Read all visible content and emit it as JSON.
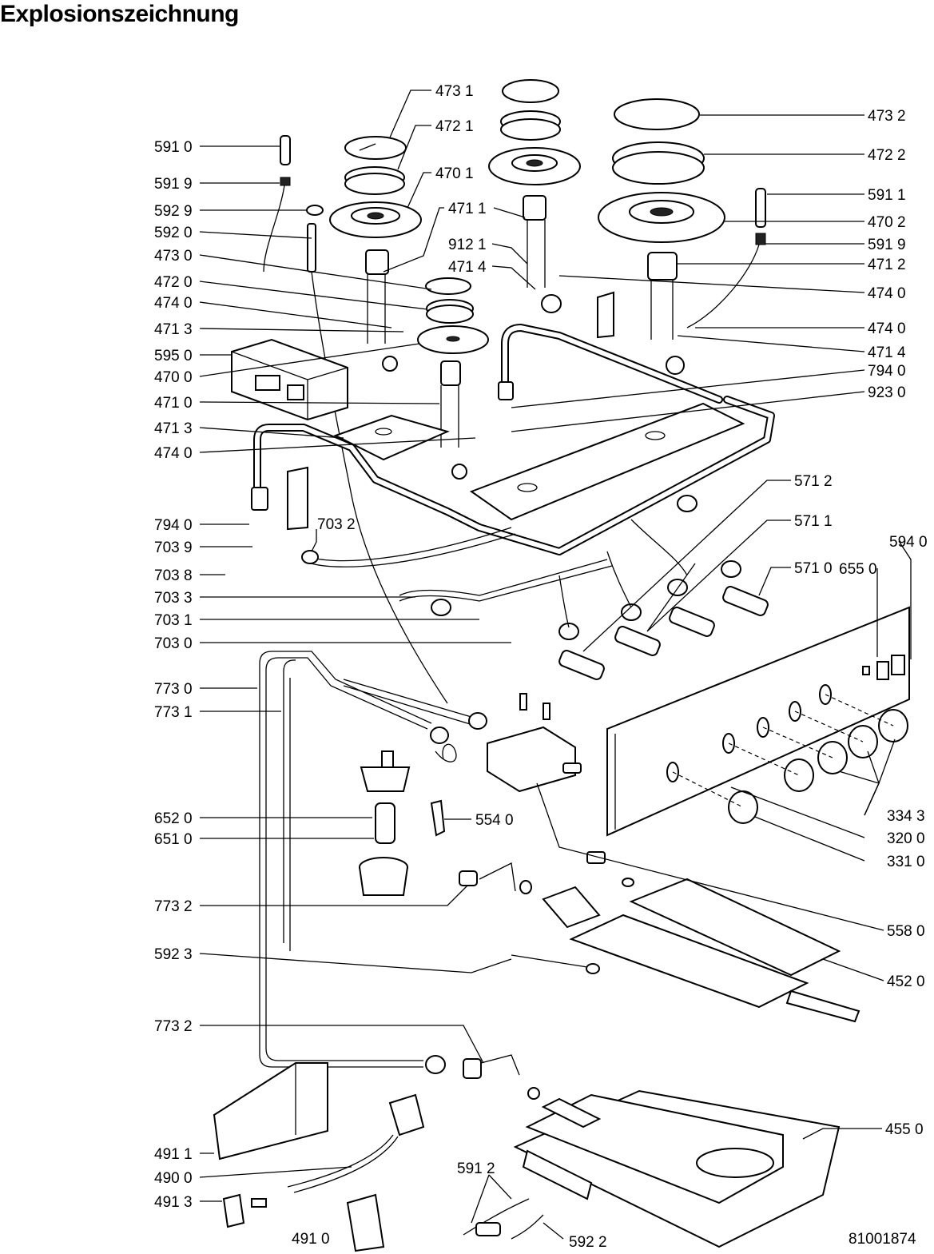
{
  "title": "Explosionszeichnung",
  "drawing_number": "81001874",
  "labels": [
    {
      "id": "591-0-a",
      "text": "591 0"
    },
    {
      "id": "591-9-a",
      "text": "591 9"
    },
    {
      "id": "592-9",
      "text": "592 9"
    },
    {
      "id": "592-0",
      "text": "592 0"
    },
    {
      "id": "473-0",
      "text": "473 0"
    },
    {
      "id": "472-0",
      "text": "472 0"
    },
    {
      "id": "474-0-a",
      "text": "474 0"
    },
    {
      "id": "471-3-a",
      "text": "471 3"
    },
    {
      "id": "595-0",
      "text": "595 0"
    },
    {
      "id": "470-0",
      "text": "470 0"
    },
    {
      "id": "471-0",
      "text": "471 0"
    },
    {
      "id": "471-3-b",
      "text": "471 3"
    },
    {
      "id": "474-0-b",
      "text": "474 0"
    },
    {
      "id": "794-0-a",
      "text": "794 0"
    },
    {
      "id": "703-9",
      "text": "703 9"
    },
    {
      "id": "703-8",
      "text": "703 8"
    },
    {
      "id": "703-3",
      "text": "703 3"
    },
    {
      "id": "703-1",
      "text": "703 1"
    },
    {
      "id": "703-0",
      "text": "703 0"
    },
    {
      "id": "773-0",
      "text": "773 0"
    },
    {
      "id": "773-1",
      "text": "773 1"
    },
    {
      "id": "652-0",
      "text": "652 0"
    },
    {
      "id": "651-0",
      "text": "651 0"
    },
    {
      "id": "773-2-a",
      "text": "773 2"
    },
    {
      "id": "592-3",
      "text": "592 3"
    },
    {
      "id": "773-2-b",
      "text": "773 2"
    },
    {
      "id": "491-1",
      "text": "491 1"
    },
    {
      "id": "490-0",
      "text": "490 0"
    },
    {
      "id": "491-3",
      "text": "491 3"
    },
    {
      "id": "491-0",
      "text": "491 0"
    },
    {
      "id": "591-2",
      "text": "591 2"
    },
    {
      "id": "592-2",
      "text": "592 2"
    },
    {
      "id": "473-1",
      "text": "473 1"
    },
    {
      "id": "472-1",
      "text": "472 1"
    },
    {
      "id": "470-1",
      "text": "470 1"
    },
    {
      "id": "471-1",
      "text": "471 1"
    },
    {
      "id": "912-1",
      "text": "912 1"
    },
    {
      "id": "471-4-a",
      "text": "471 4"
    },
    {
      "id": "703-2",
      "text": "703 2"
    },
    {
      "id": "473-2",
      "text": "473 2"
    },
    {
      "id": "472-2",
      "text": "472 2"
    },
    {
      "id": "591-1",
      "text": "591 1"
    },
    {
      "id": "470-2",
      "text": "470 2"
    },
    {
      "id": "591-9-b",
      "text": "591 9"
    },
    {
      "id": "471-2",
      "text": "471 2"
    },
    {
      "id": "474-0-c",
      "text": "474 0"
    },
    {
      "id": "474-0-d",
      "text": "474 0"
    },
    {
      "id": "471-4-b",
      "text": "471 4"
    },
    {
      "id": "794-0-b",
      "text": "794 0"
    },
    {
      "id": "923-0",
      "text": "923 0"
    },
    {
      "id": "571-2",
      "text": "571 2"
    },
    {
      "id": "571-1",
      "text": "571 1"
    },
    {
      "id": "571-0",
      "text": "571 0"
    },
    {
      "id": "594-0",
      "text": "594 0"
    },
    {
      "id": "655-0",
      "text": "655 0"
    },
    {
      "id": "554-0",
      "text": "554 0"
    },
    {
      "id": "334-3",
      "text": "334 3"
    },
    {
      "id": "320-0",
      "text": "320 0"
    },
    {
      "id": "331-0",
      "text": "331 0"
    },
    {
      "id": "558-0",
      "text": "558 0"
    },
    {
      "id": "452-0",
      "text": "452 0"
    },
    {
      "id": "455-0",
      "text": "455 0"
    }
  ]
}
